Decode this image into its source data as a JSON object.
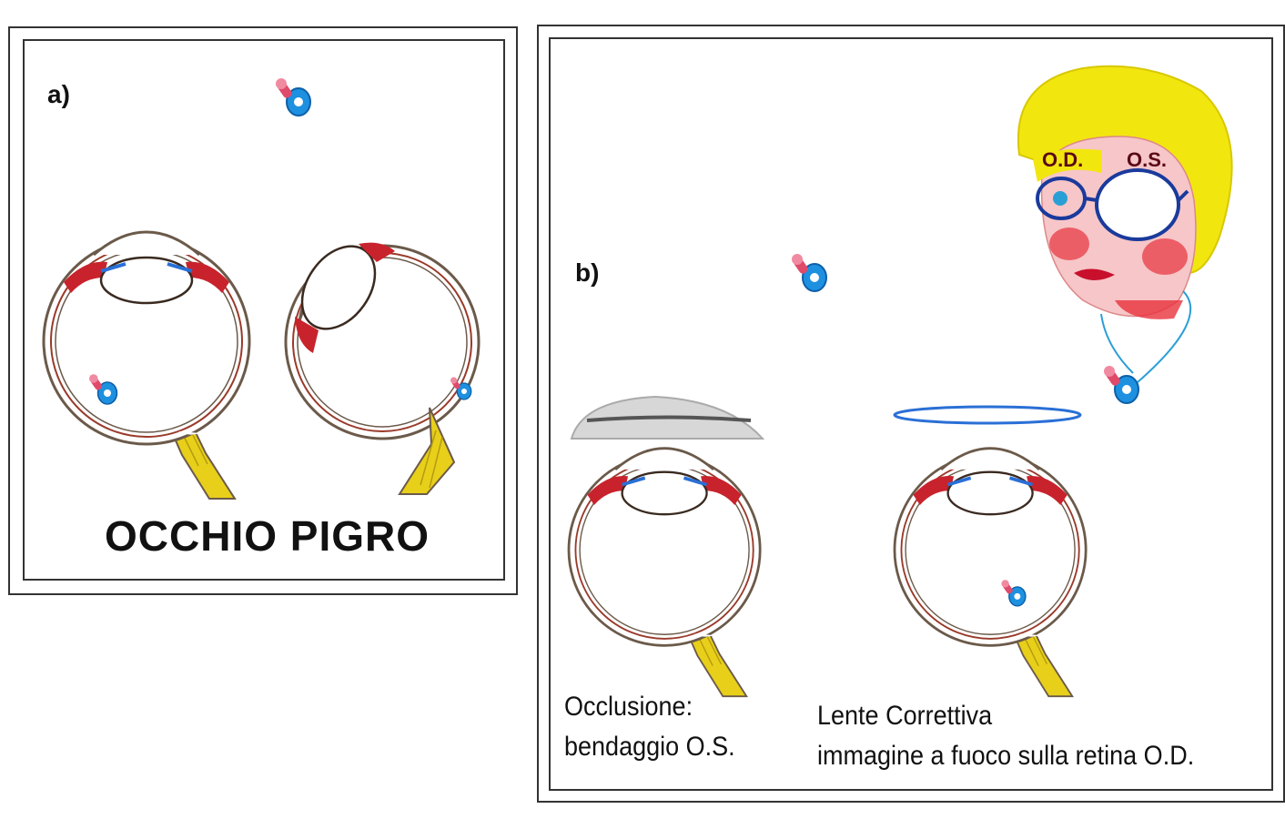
{
  "panel_a": {
    "label": "a)",
    "title": "OCCHIO  PIGRO"
  },
  "panel_b": {
    "label": "b)",
    "occlusion_caption_line1": "Occlusione:",
    "occlusion_caption_line2": "bendaggio O.S.",
    "lens_caption_line1": "Lente Correttiva",
    "lens_caption_line2": "immagine a fuoco sulla retina O.D.",
    "right_eye_tag": "O.D.",
    "left_eye_tag": "O.S."
  },
  "colors": {
    "eye_outline": "#6b5a4a",
    "muscle_red": "#c8232c",
    "optic_nerve": "#e8cf1a",
    "hair": "#f2e60f",
    "skin": "#f6c6c8",
    "cheek": "#e8323c",
    "glasses": "#1a3a9c",
    "lens_blue": "#2a6fd6",
    "pacifier_blue": "#1e90e0",
    "pacifier_pink": "#e04a6a"
  }
}
